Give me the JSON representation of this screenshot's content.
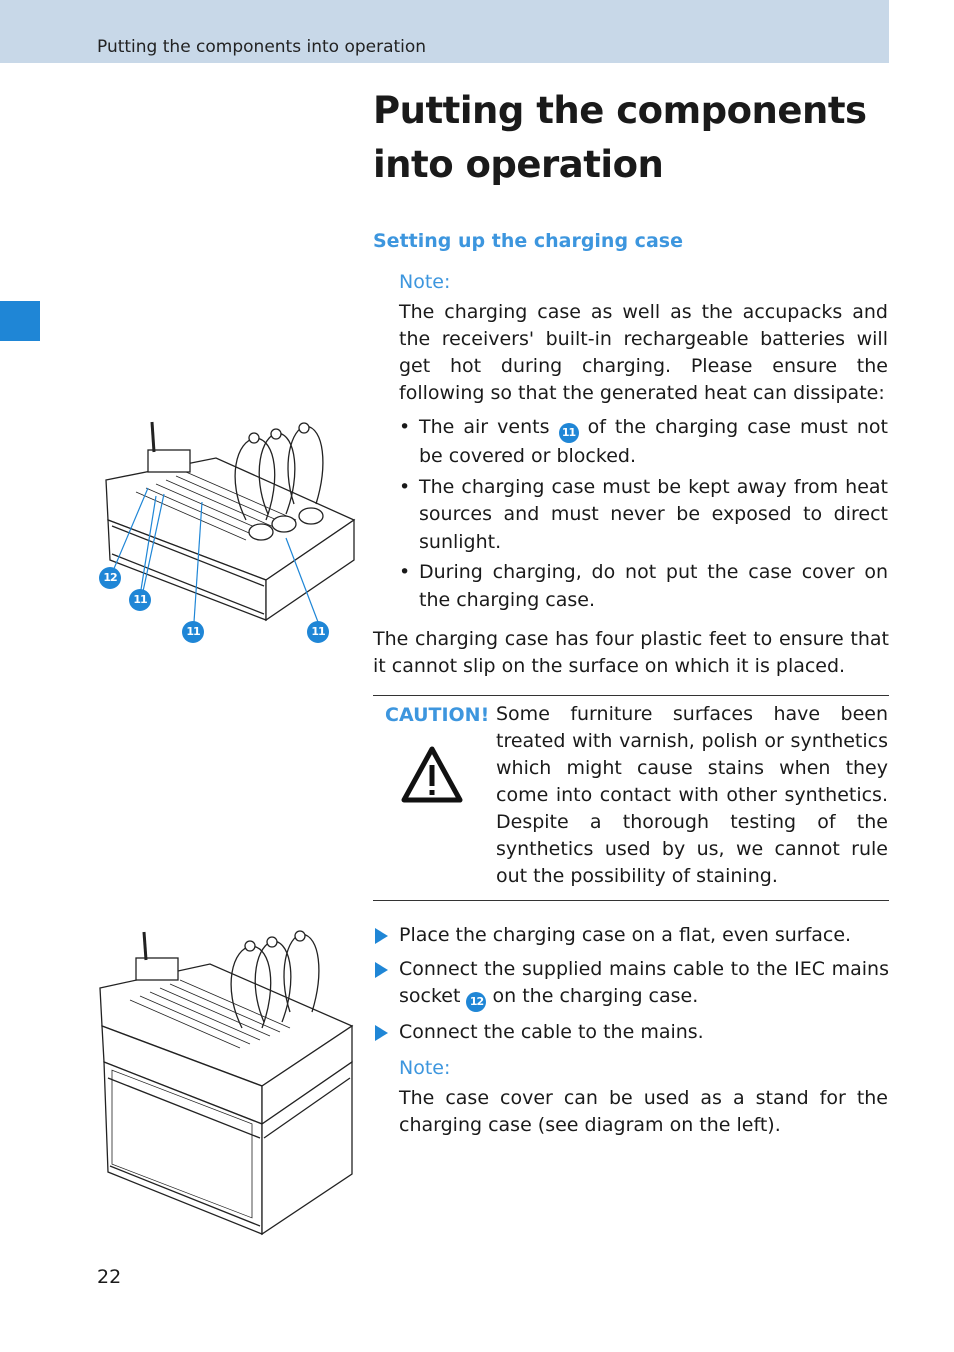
{
  "header": {
    "running_title": "Putting the components into operation"
  },
  "page": {
    "title": "Putting the components into operation",
    "number": "22"
  },
  "section": {
    "heading": "Setting up the charging case",
    "note1": {
      "label": "Note:",
      "text": "The charging case as well as the accupacks and the receivers' built-in rechargeable batteries will get hot during charging. Please ensure the following so that the generated heat can dissipate:",
      "bullets": [
        {
          "before": "The air vents",
          "ref": "11",
          "after": "of the charging case must not be covered or blocked."
        },
        {
          "text": "The charging case must be kept away from heat sources and must never be exposed to direct sunlight."
        },
        {
          "text": "During charging, do not put the case cover on the charging case."
        }
      ]
    },
    "feet_text": "The charging case has four plastic feet to ensure that it cannot slip on the surface on which it is placed.",
    "caution": {
      "label": "CAUTION!",
      "text": "Some furniture surfaces have been treated with varnish, polish or synthetics which might cause stains when they come into contact with other synthetics. Despite a thorough testing of the synthetics used by us, we cannot rule out the possibility of staining."
    },
    "steps": [
      {
        "text": "Place the charging case on a flat, even surface."
      },
      {
        "before": "Connect the supplied mains cable to the IEC mains socket",
        "ref": "12",
        "after": "on the charging case."
      },
      {
        "text": "Connect the cable to the mains."
      }
    ],
    "note2": {
      "label": "Note:",
      "text": "The case cover can be used as a stand for the charging case (see diagram on the left)."
    }
  },
  "figure1": {
    "callouts": [
      "12",
      "11",
      "11",
      "11"
    ]
  },
  "colors": {
    "accent": "#1f86d6",
    "header_band": "#c8d8e8",
    "heading_blue": "#3d96de"
  }
}
